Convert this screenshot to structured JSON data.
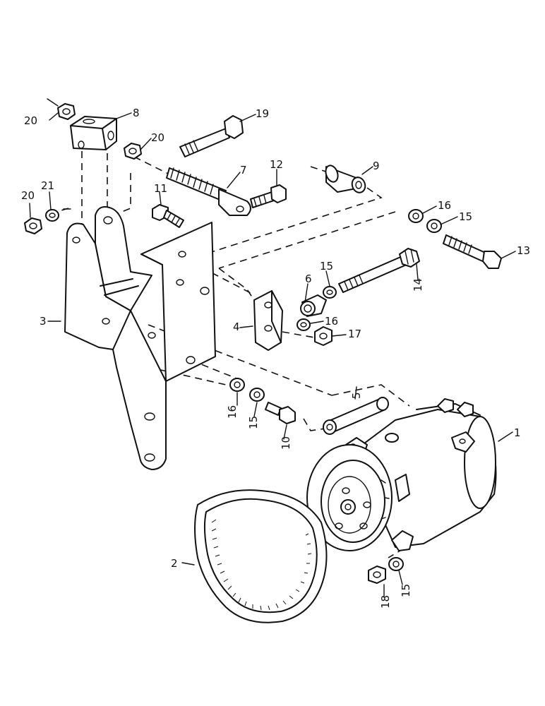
{
  "callouts": [
    {
      "id": "c1",
      "text": "1"
    },
    {
      "id": "c2",
      "text": "2"
    },
    {
      "id": "c3",
      "text": "3"
    },
    {
      "id": "c4",
      "text": "4"
    },
    {
      "id": "c5",
      "text": "5"
    },
    {
      "id": "c6",
      "text": "6"
    },
    {
      "id": "c7",
      "text": "7"
    },
    {
      "id": "c8",
      "text": "8"
    },
    {
      "id": "c9",
      "text": "9"
    },
    {
      "id": "c10",
      "text": "10"
    },
    {
      "id": "c11",
      "text": "11"
    },
    {
      "id": "c12",
      "text": "12"
    },
    {
      "id": "c13",
      "text": "13"
    },
    {
      "id": "c14",
      "text": "14"
    },
    {
      "id": "c15a",
      "text": "15"
    },
    {
      "id": "c15b",
      "text": "15"
    },
    {
      "id": "c15c",
      "text": "15"
    },
    {
      "id": "c15d",
      "text": "15"
    },
    {
      "id": "c16a",
      "text": "16"
    },
    {
      "id": "c16b",
      "text": "16"
    },
    {
      "id": "c16c",
      "text": "16"
    },
    {
      "id": "c17",
      "text": "17"
    },
    {
      "id": "c18",
      "text": "18"
    },
    {
      "id": "c19",
      "text": "19"
    },
    {
      "id": "c20a",
      "text": "20"
    },
    {
      "id": "c20b",
      "text": "20"
    },
    {
      "id": "c20c",
      "text": "20"
    },
    {
      "id": "c21",
      "text": "21"
    }
  ]
}
